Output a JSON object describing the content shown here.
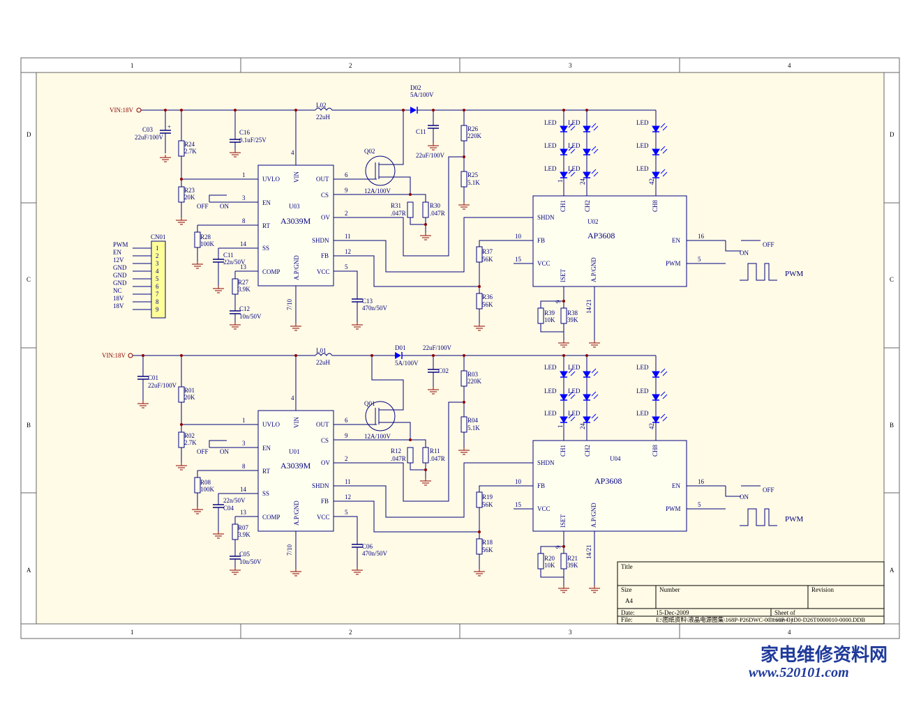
{
  "frame": {
    "columns": [
      "1",
      "2",
      "3",
      "4"
    ],
    "rows": [
      "D",
      "C",
      "B",
      "A"
    ]
  },
  "title_block": {
    "title_label": "Title",
    "size_label": "Size",
    "size_value": "A4",
    "number_label": "Number",
    "revision_label": "Revision",
    "date_label": "Date:",
    "date_value": "15-Dec-2009",
    "sheet_label": "Sheet    of",
    "file_label": "File:",
    "file_value": "E:\\图纸资料\\液晶电源图集\\168P-P26DWC-00\\168P-G1D0-D26T0000010-0000.DDB",
    "drawn_by_label": "Drawn By:"
  },
  "top": {
    "vin": "VIN:18V",
    "ic1_ref": "U03",
    "ic1_name": "A3039M",
    "ic2_ref": "U02",
    "ic2_name": "AP3608",
    "c_in_ref": "C03",
    "c_in_val": "22uF/100V",
    "r_a_ref": "R24",
    "r_a_val": "2.7K",
    "r_b_ref": "R23",
    "r_b_val": "20K",
    "c_b_ref": "C16",
    "c_b_val": "0.1uF/25V",
    "l_ref": "L02",
    "l_val": "22uH",
    "d_ref": "D02",
    "d_val": "5A/100V",
    "c_out_ref": "C11",
    "c_out_val": "22uF/100V",
    "q_ref": "Q02",
    "q_val": "12A/100V",
    "rs1_ref": "R31",
    "rs1_val": ".047R",
    "rs2_ref": "R30",
    "rs2_val": ".047R",
    "rf1_ref": "R26",
    "rf1_val": "220K",
    "rf2_ref": "R25",
    "rf2_val": "5.1K",
    "rt_ref": "R28",
    "rt_val": "100K",
    "css_ref": "C11",
    "css_val": "22n/50V",
    "rc_ref": "R27",
    "rc_val": "3.9K",
    "cc_ref": "C12",
    "cc_val": "10n/50V",
    "cvcc_ref": "C13",
    "cvcc_val": "470n/50V",
    "rfb1_ref": "R37",
    "rfb1_val": "56K",
    "rfb2_ref": "R36",
    "rfb2_val": "56K",
    "riset1_ref": "R39",
    "riset1_val": "10K",
    "riset2_ref": "R38",
    "riset2_val": "39K",
    "off_label": "OFF",
    "on_label": "ON"
  },
  "bottom": {
    "vin": "VIN:18V",
    "ic1_ref": "U01",
    "ic1_name": "A3039M",
    "ic2_ref": "U04",
    "ic2_name": "AP3608",
    "c_in_ref": "C01",
    "c_in_val": "22uF/100V",
    "r_a_ref": "R01",
    "r_a_val": "20K",
    "r_b_ref": "R02",
    "r_b_val": "2.7K",
    "l_ref": "L01",
    "l_val": "22uH",
    "d_ref": "D01",
    "d_val": "5A/100V",
    "c_out_ref": "C02",
    "c_out_val": "22uF/100V",
    "q_ref": "Q01",
    "q_val": "12A/100V",
    "rs1_ref": "R12",
    "rs1_val": ".047R",
    "rs2_ref": "R11",
    "rs2_val": ".047R",
    "rf1_ref": "R03",
    "rf1_val": "220K",
    "rf2_ref": "R04",
    "rf2_val": "5.1K",
    "rt_ref": "R08",
    "rt_val": "100K",
    "css_ref": "C04",
    "css_val": "22n/50V",
    "rc_ref": "R07",
    "rc_val": "3.9K",
    "cc_ref": "C05",
    "cc_val": "10n/50V",
    "cvcc_ref": "C06",
    "cvcc_val": "470n/50V",
    "rfb1_ref": "R19",
    "rfb1_val": "56K",
    "rfb2_ref": "R18",
    "rfb2_val": "56K",
    "riset1_ref": "R20",
    "riset1_val": "10K",
    "riset2_ref": "R21",
    "riset2_val": "39K",
    "off_label": "OFF",
    "on_label": "ON"
  },
  "a3039_pins": {
    "uvlo": "UVLO",
    "en": "EN",
    "rt": "RT",
    "ss": "SS",
    "comp": "COMP",
    "vin": "VIN",
    "out": "OUT",
    "cs": "CS",
    "ov": "OV",
    "shdn": "SHDN",
    "fb": "FB",
    "vcc": "VCC",
    "gnd": "A.P/GND",
    "n_uvlo": "1",
    "n_en": "3",
    "n_rt": "8",
    "n_ss": "14",
    "n_comp": "13",
    "n_vin": "4",
    "n_out": "6",
    "n_cs": "9",
    "n_ov": "2",
    "n_shdn": "11",
    "n_fb": "12",
    "n_vcc": "5",
    "n_gnd": "7/10"
  },
  "ap3608_pins": {
    "shdn": "SHDN",
    "fb": "FB",
    "vcc": "VCC",
    "en": "EN",
    "pwm": "PWM",
    "ch1": "CH1",
    "ch2": "CH2",
    "ch8": "CH8",
    "iset": "ISET",
    "gnd": "A.P/GND",
    "n_fb": "10",
    "n_vcc": "15",
    "n_en": "16",
    "n_pwm": "5",
    "n_iset": "9",
    "n_gnd": "14/21",
    "n_ch1": "1",
    "n_ch2": "24",
    "n_ch8": "42"
  },
  "led_label": "LED",
  "pwm_label": "PWM",
  "connector": {
    "ref": "CN01",
    "pins": [
      "1",
      "2",
      "3",
      "4",
      "5",
      "6",
      "7",
      "8",
      "9"
    ],
    "signals": [
      "PWM",
      "EN",
      "12V",
      "GND",
      "GND",
      "GND",
      "NC",
      "18V",
      "18V"
    ]
  },
  "watermark": {
    "cn": "家电维修资料网",
    "url": "www.520101.com"
  }
}
